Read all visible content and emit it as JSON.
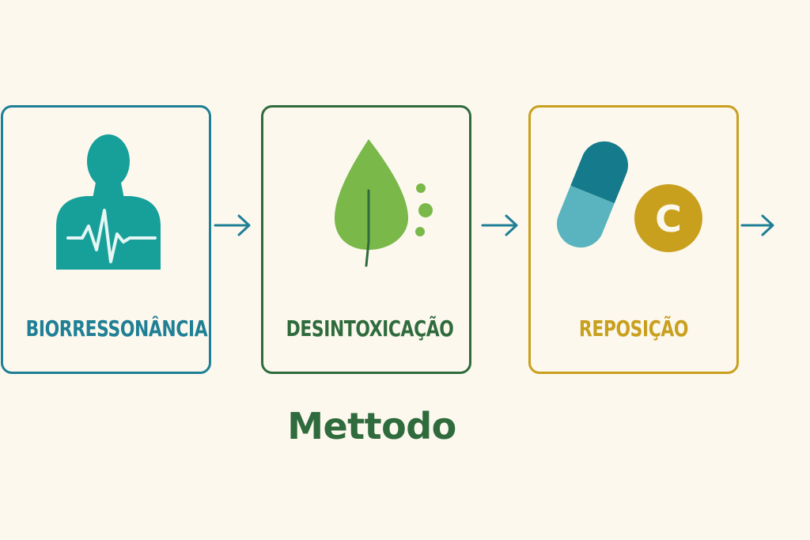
{
  "diagram": {
    "steps": [
      {
        "label": "BIORRESSONÂNCIA",
        "color": "#1f7f95",
        "icon": "person-heartbeat-icon"
      },
      {
        "label": "DESINTOXICAÇÃO",
        "color": "#2f6b3c",
        "icon": "leaf-icon"
      },
      {
        "label": "REPOSIÇÃO",
        "color": "#c9a01e",
        "icon": "capsule-vitamin-c-icon"
      }
    ],
    "vitamin_letter": "C",
    "title": "Mettodo",
    "arrow_color": "#1f7f95"
  },
  "colors": {
    "background": "#fcf8ee",
    "teal": "#1f7f95",
    "teal_icon": "#17a09a",
    "green_dark": "#2f6b3c",
    "green_leaf": "#7ab84a",
    "gold": "#c9a01e",
    "capsule_dark": "#157b8c",
    "capsule_light": "#5ab4bf"
  }
}
